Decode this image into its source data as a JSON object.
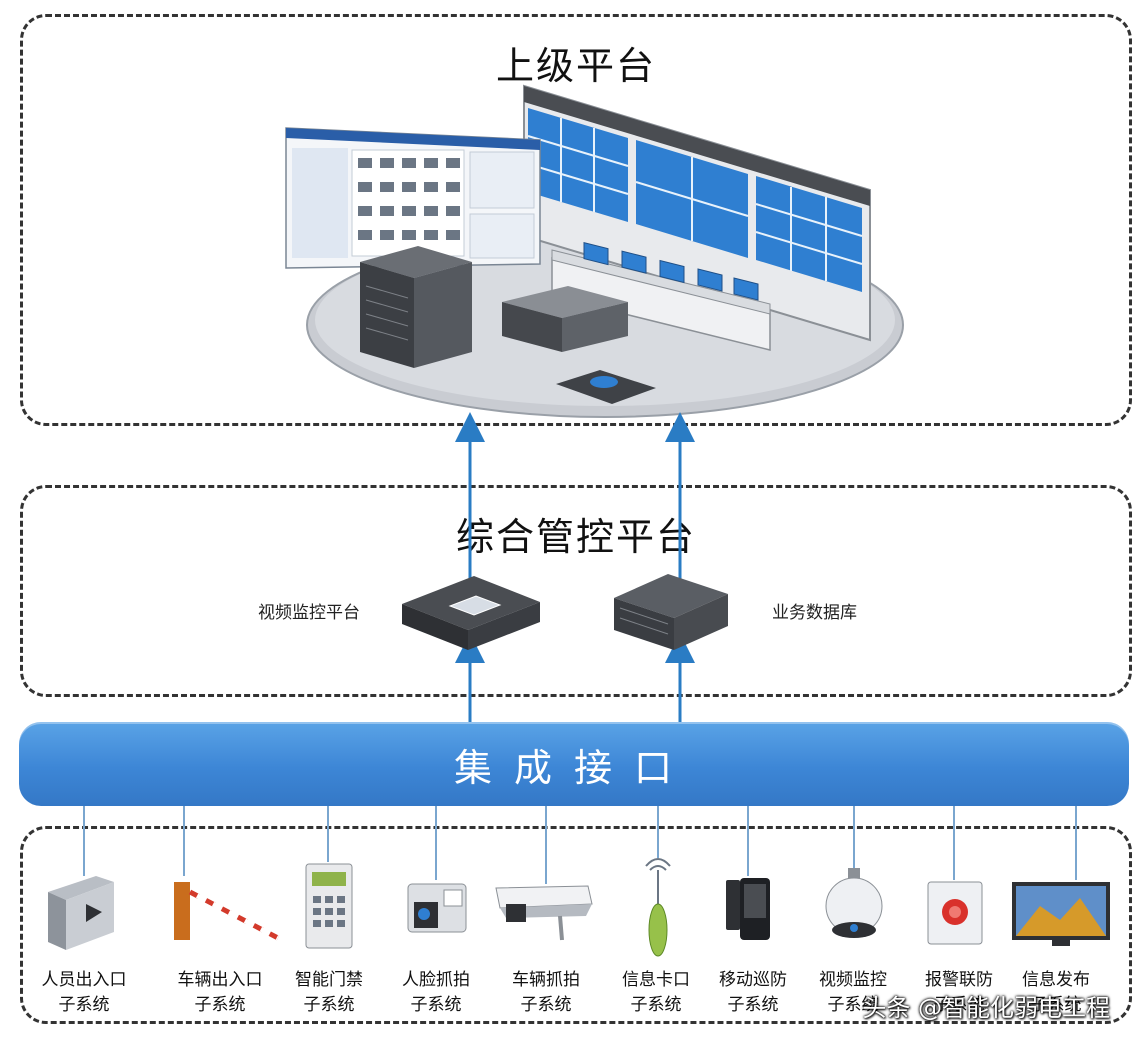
{
  "upper_platform": {
    "title": "上级平台"
  },
  "management_platform": {
    "title": "综合管控平台",
    "servers": [
      {
        "label": "视频监控平台"
      },
      {
        "label": "业务数据库"
      }
    ]
  },
  "integration_bus": {
    "label": "集成接口"
  },
  "subsystems": [
    {
      "line1": "人员出入口",
      "line2": "子系统",
      "icon": "turnstile-icon"
    },
    {
      "line1": "车辆出入口",
      "line2": "子系统",
      "icon": "barrier-gate-icon"
    },
    {
      "line1": "智能门禁",
      "line2": "子系统",
      "icon": "access-keypad-icon"
    },
    {
      "line1": "人脸抓拍",
      "line2": "子系统",
      "icon": "face-camera-icon"
    },
    {
      "line1": "车辆抓拍",
      "line2": "子系统",
      "icon": "bullet-camera-icon"
    },
    {
      "line1": "信息卡口",
      "line2": "子系统",
      "icon": "antenna-icon"
    },
    {
      "line1": "移动巡防",
      "line2": "子系统",
      "icon": "handheld-terminal-icon"
    },
    {
      "line1": "视频监控",
      "line2": "子系统",
      "icon": "dome-camera-icon"
    },
    {
      "line1": "报警联防",
      "line2": "子系统",
      "icon": "alarm-button-icon"
    },
    {
      "line1": "信息发布",
      "line2": "子系统",
      "icon": "display-screen-icon"
    }
  ],
  "watermark": "头条 @智能化弱电工程",
  "colors": {
    "bus": "#3d86d6",
    "arrow": "#2a7cc4",
    "screen": "#2f7fd1"
  }
}
